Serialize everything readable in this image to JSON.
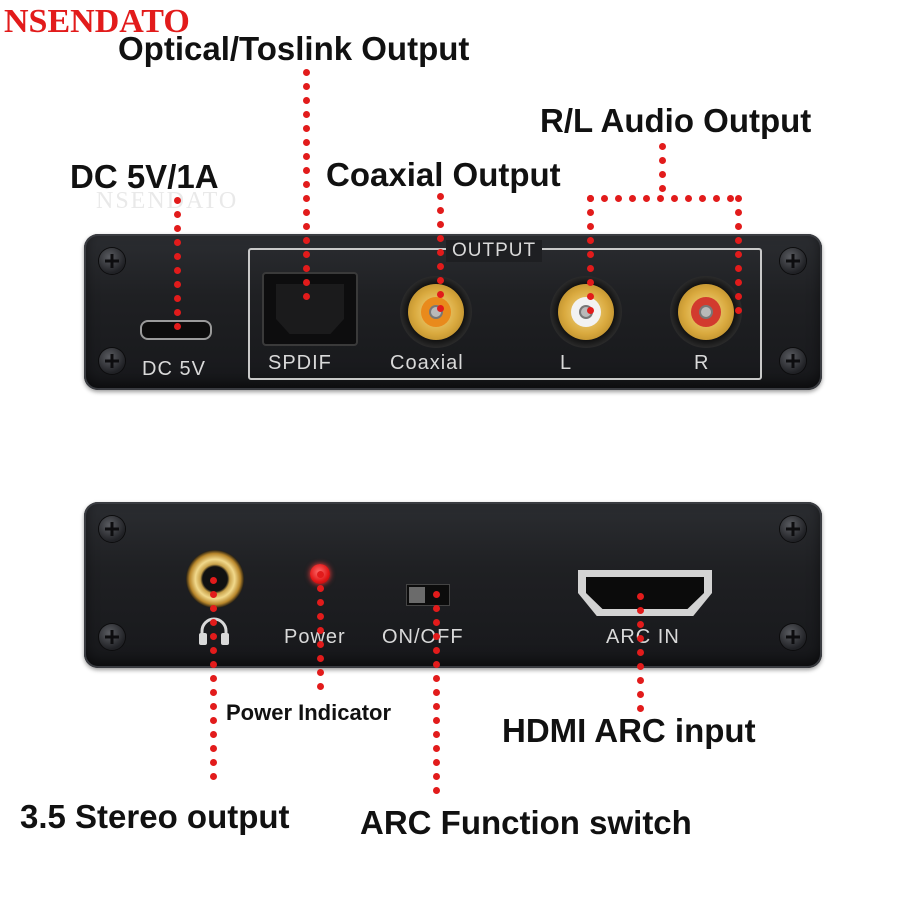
{
  "brand": {
    "name": "NSENDATO",
    "watermark": "NSENDATO"
  },
  "callouts": {
    "optical_toslink_output": "Optical/Toslink Output",
    "rl_audio_output": "R/L Audio Output",
    "dc_5v_1a": "DC 5V/1A",
    "coaxial_output": "Coaxial Output",
    "power_indicator": "Power Indicator",
    "hdmi_arc_input": "HDMI ARC input",
    "stereo_output": "3.5 Stereo output",
    "arc_function_switch": "ARC Function switch"
  },
  "top_panel": {
    "dc_label": "DC 5V",
    "output_section_title": "OUTPUT",
    "spdif_label": "SPDIF",
    "coaxial_label": "Coaxial",
    "left_label": "L",
    "right_label": "R"
  },
  "bottom_panel": {
    "power_label": "Power",
    "switch_label": "ON/OFF",
    "arc_in_label": "ARC IN"
  },
  "icons": [
    "micro-usb-port-icon",
    "spdif-optical-port-icon",
    "rca-jack-icon",
    "headphone-icon",
    "led-icon",
    "slide-switch-icon",
    "hdmi-port-icon",
    "screw-icon"
  ],
  "colors": {
    "brand_red": "#e21b1b",
    "leader_dot_red": "#e21b1b",
    "panel_dark": "#1f2023",
    "coaxial_insert": "#e98a1c",
    "left_insert": "#f2f2f2",
    "right_insert": "#d23a2e",
    "gold": "#d9a93e"
  }
}
